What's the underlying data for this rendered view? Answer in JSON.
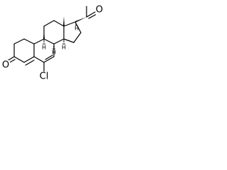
{
  "structure": {
    "atom_labels": {
      "carbonyl_oxygen_left": "O",
      "carbonyl_oxygen_right": "O",
      "chlorine": "Cl",
      "h_8": "H",
      "h_9": "H",
      "h_14": "H",
      "h_17": "H"
    }
  }
}
